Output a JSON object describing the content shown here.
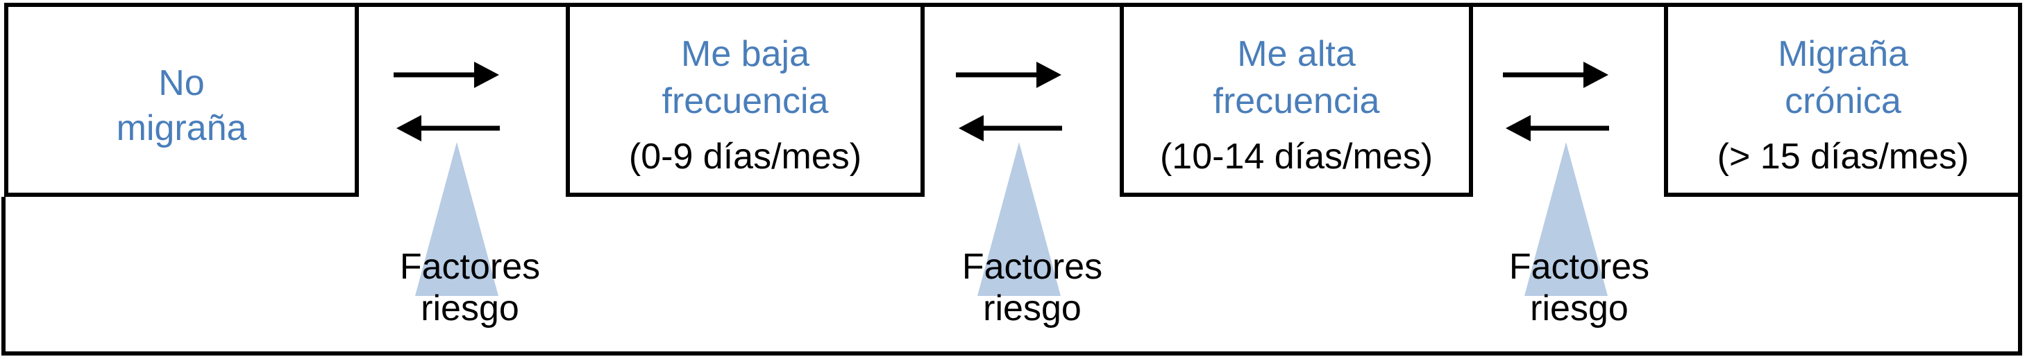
{
  "figure": {
    "type": "flow-diagram",
    "language": "es",
    "colors": {
      "stage_text": "#4a7eba",
      "detail_text": "#000000",
      "triangle_fill": "#b8cce4",
      "line_color": "#000000",
      "background": "#ffffff"
    },
    "icons": {
      "forward": "right-arrow-icon",
      "backward": "left-arrow-icon",
      "risk": "up-triangle-icon"
    },
    "stages": [
      {
        "name_line1": "No",
        "name_line2": "migraña",
        "detail": ""
      },
      {
        "name_line1": "Me baja",
        "name_line2": "frecuencia",
        "detail": "(0-9 días/mes)"
      },
      {
        "name_line1": "Me alta",
        "name_line2": "frecuencia",
        "detail": "(10-14 días/mes)"
      },
      {
        "name_line1": "Migraña",
        "name_line2": "crónica",
        "detail": "(> 15 días/mes)"
      }
    ],
    "transitions": [
      {
        "label_line1": "Factores",
        "label_line2": "riesgo"
      },
      {
        "label_line1": "Factores",
        "label_line2": "riesgo"
      },
      {
        "label_line1": "Factores",
        "label_line2": "riesgo"
      }
    ]
  }
}
